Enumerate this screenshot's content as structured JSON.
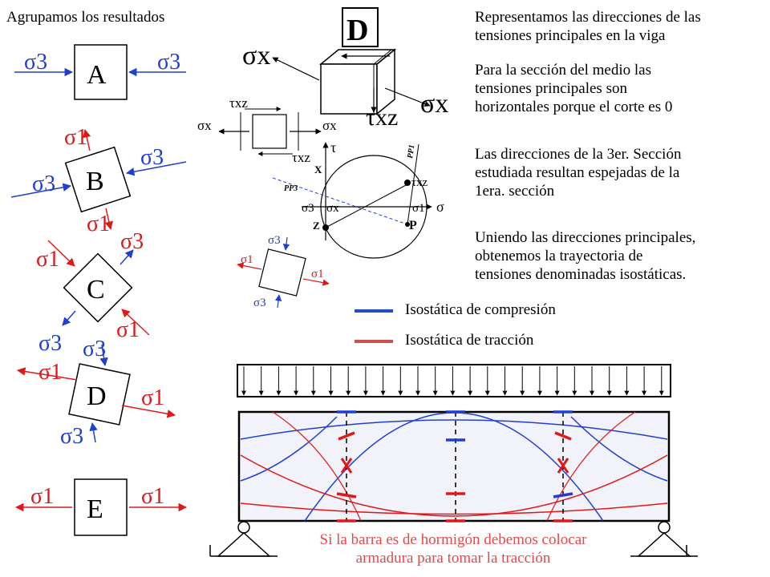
{
  "heading_left": "Agrupamos los resultados",
  "paragraphs": {
    "p1": "Representamos las direcciones de las\ntensiones principales en la viga",
    "p2": "Para la sección del medio las\ntensiones principales son\nhorizontales porque el corte es 0",
    "p3": "Las direcciones de la 3er. Sección\nestudiada resultan espejadas de la\n1era. sección",
    "p4": "Uniendo las direcciones principales,\nobtenemos la trayectoria de\ntensiones denominadas isostáticas."
  },
  "legend": {
    "compression": "Isostática de compresión",
    "tension": "Isostática de tracción"
  },
  "caption": "Si la barra es de hormigón debemos colocar\narmadura para tomar la tracción",
  "element_labels": {
    "A": "A",
    "B": "B",
    "C": "C",
    "D": "D",
    "E": "E"
  },
  "symbols": {
    "sigma1": "σ1",
    "sigma3": "σ3",
    "sigmax": "σx",
    "tauxz": "τxz",
    "tau": "τ",
    "sigma": "σ",
    "x": "X",
    "z": "Z",
    "p": "P",
    "pp1": "PP1",
    "pp3": "PP3"
  },
  "colors": {
    "compression": "#1f3fd0",
    "tension": "#e01818",
    "legend_compression": "#1f4fc0",
    "legend_tension": "#d0504a",
    "beam_fill": "#f2f2fa",
    "caption": "#e8474a"
  }
}
